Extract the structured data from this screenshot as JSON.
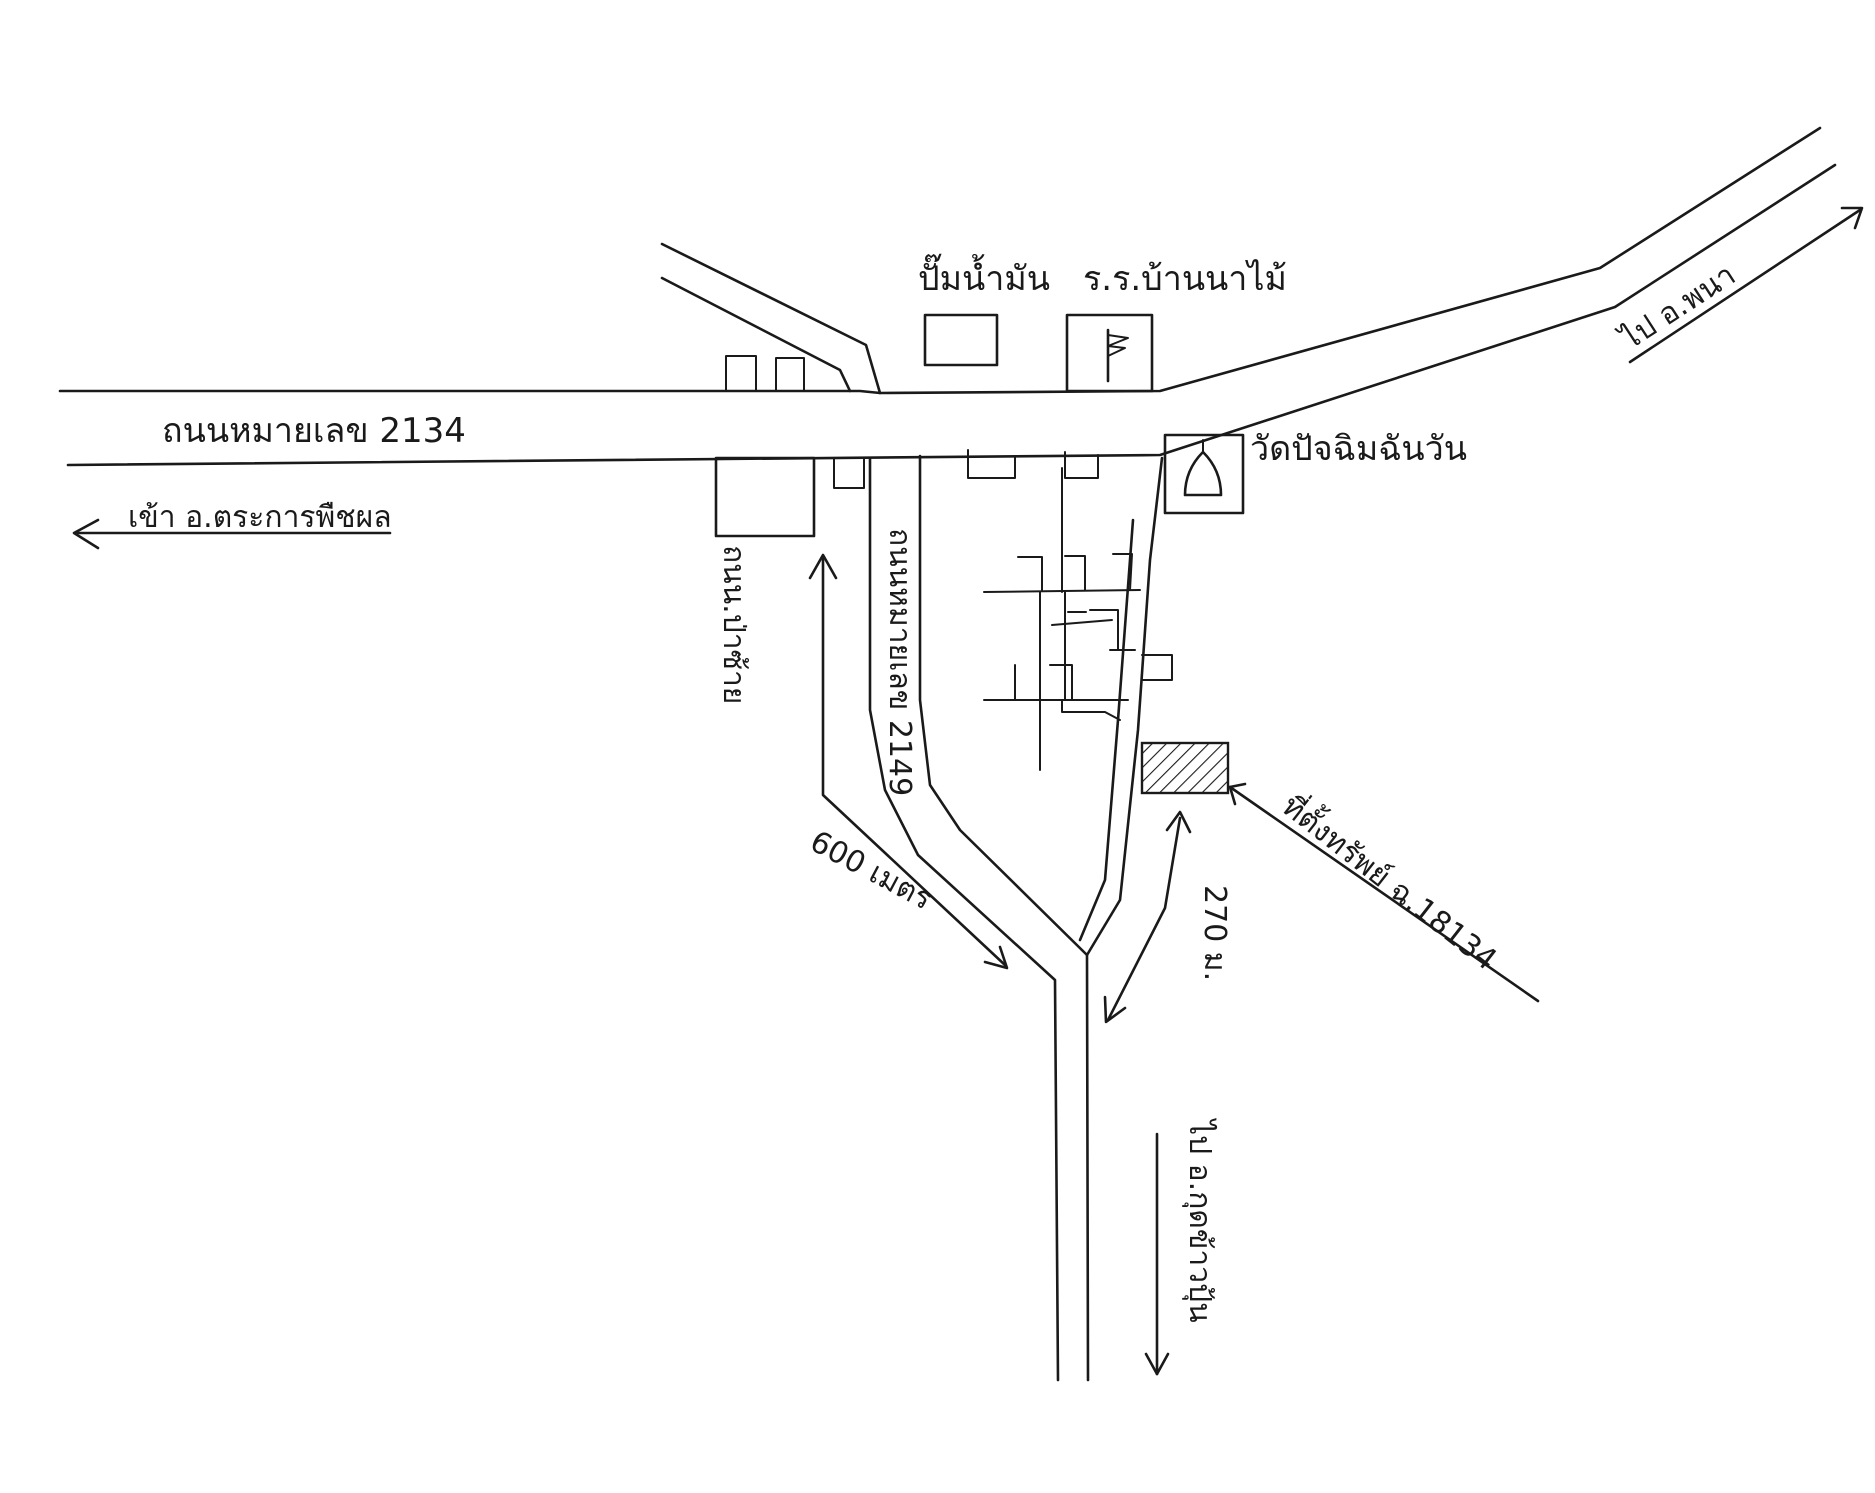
{
  "labels": {
    "highway_2134": "ถนนหมายเลข 2134",
    "to_left": "เข้า อ.ตระการพืชผล",
    "gas_station": "ปั๊มน้ำมัน",
    "school": "ร.ร.บ้านนาไม้",
    "to_upper_right": "ไป อ.พนา",
    "temple": "วัดปัจฉิมฉันวัน",
    "road_2149": "ถนนหมายเลข 2149",
    "forest_branch": "ถนน.ป่าซ้าย",
    "dist_600": "600 เมตร",
    "dist_270": "270 ม.",
    "site": "ที่ตั้งทรัพย์ ฉ.18134",
    "to_bottom": "ไป อ.กุดข้าวปุ้น"
  },
  "icons": {
    "flag": "flag-icon",
    "temple": "temple-stupa-icon"
  },
  "colors": {
    "ink": "#1a1a1a",
    "paper": "#ffffff"
  }
}
